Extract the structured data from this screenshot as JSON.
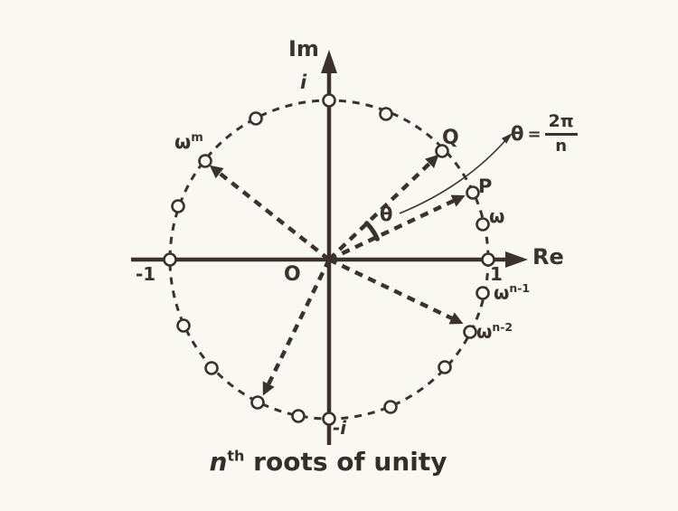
{
  "colors": {
    "background": "#faf8f3",
    "ink": "#3a322b"
  },
  "axes": {
    "horizontal_label": "Re",
    "vertical_label": "Im"
  },
  "labels": {
    "im": "Im",
    "re": "Re",
    "i": "i",
    "neg_i": "-i",
    "one": "1",
    "neg_one": "-1",
    "origin": "O",
    "q": "Q",
    "p": "P",
    "omega": "ω",
    "theta": "θ",
    "omega_m": {
      "base": "ω",
      "sup": "m"
    },
    "omega_n1": {
      "base": "ω",
      "sup": "n-1"
    },
    "omega_n2": {
      "base": "ω",
      "sup": "n-2"
    }
  },
  "formula": {
    "lhs": "θ",
    "eq": "=",
    "numerator": "2π",
    "denominator": "n"
  },
  "caption": {
    "var": "n",
    "sup": "th",
    "rest": " roots of unity"
  }
}
